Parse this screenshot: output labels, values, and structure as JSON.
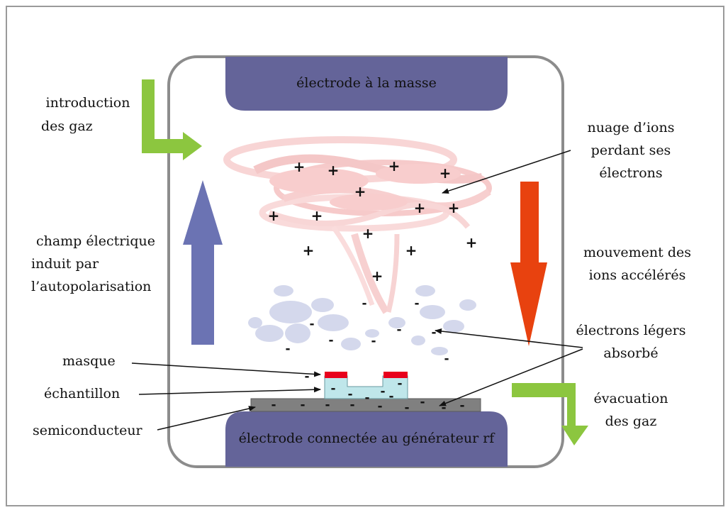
{
  "labels": {
    "top_electrode": "électrode à la masse",
    "bottom_electrode": "électrode connectée au générateur rf",
    "gas_in_1": "introduction",
    "gas_in_2": "des gaz",
    "ions_cloud_1": "nuage d’ions",
    "ions_cloud_2": "perdant ses",
    "ions_cloud_3": "électrons",
    "field_1": "champ électrique",
    "field_2": "induit par",
    "field_3": "l’autopolarisation",
    "ions_move_1": "mouvement des",
    "ions_move_2": "ions accélérés",
    "electrons_1": "électrons légers",
    "electrons_2": "absorbé",
    "mask": "masque",
    "sample": "échantillon",
    "semiconductor": "semiconducteur",
    "gas_out_1": "évacuation",
    "gas_out_2": "des gaz"
  },
  "symbols": {
    "ion": "+",
    "electron": "-"
  },
  "colors": {
    "electrode": "#646499",
    "chamber_border": "#8c8c8c",
    "gas_arrow": "#8cc63f",
    "field_arrow": "#6b73b3",
    "ion_arrow": "#e8420f",
    "ion_cloud": "#f08080",
    "electron_cloud": "#c8cce6",
    "mask": "#e8001c",
    "sample": "#bfe6ea",
    "semiconductor": "#808080"
  }
}
